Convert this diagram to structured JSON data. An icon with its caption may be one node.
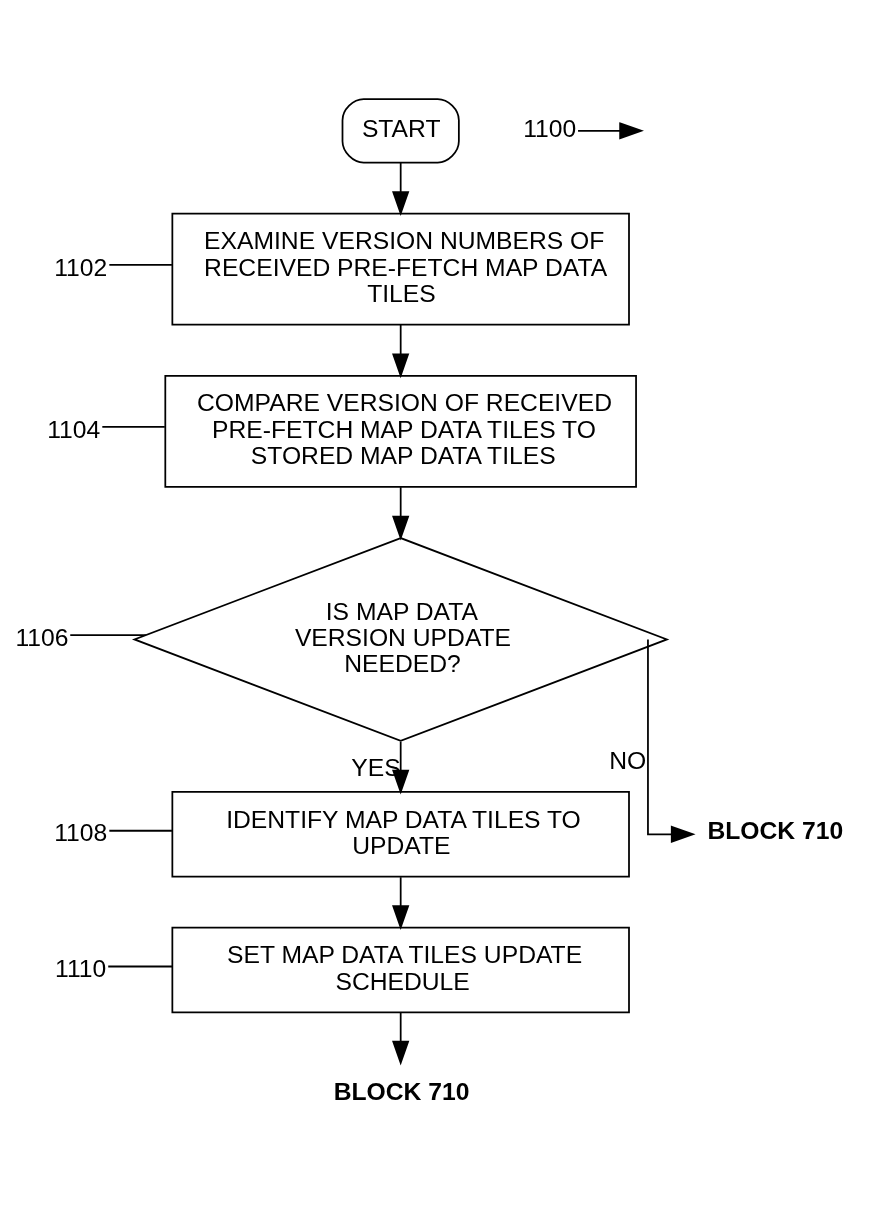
{
  "diagram": {
    "nodes": [
      {
        "text": [
          "START"
        ]
      },
      {
        "text": [
          "1102"
        ]
      },
      {
        "text": [
          "EXAMINE VERSION NUMBERS OF RECEIVED PRE-FETCH MAP DATA TILES"
        ]
      },
      {
        "text": [
          "1104"
        ]
      },
      {
        "text": [
          "COMPARE VERSION OF RECEIVED PRE-FETCH MAP DATA TILES TO STORED MAP DATA TILES"
        ]
      },
      {
        "text": [
          "1106"
        ]
      },
      {
        "text": [
          "IS MAP DATA VERSION UPDATE NEEDED?"
        ]
      },
      {
        "text": [
          "BLOCK 710"
        ]
      },
      {
        "text": [
          "1108"
        ]
      },
      {
        "text": [
          "IDENTIFY MAP DATA TILES TO UPDATE"
        ]
      },
      {
        "text": [
          "1110"
        ]
      },
      {
        "text": [
          "SET MAP DATA TILES UPDATE SCHEDULE"
        ]
      },
      {
        "text": [
          "BLOCK 710"
        ]
      },
      {
        "text": [
          "1100"
        ]
      }
    ],
    "edges": [
      {
        "from": 0,
        "to": 2,
        "arrow": "to"
      },
      {
        "from": 2,
        "to": 4,
        "arrow": "to"
      },
      {
        "from": 4,
        "to": 6,
        "arrow": "to"
      },
      {
        "from": 6,
        "to": 7,
        "arrow": "to",
        "label": "NO"
      },
      {
        "from": 6,
        "to": 9,
        "arrow": "to",
        "label": "YES"
      },
      {
        "from": 9,
        "to": 11,
        "arrow": "to"
      },
      {
        "from": 11,
        "to": 12,
        "arrow": "to"
      },
      {
        "from": 1,
        "to": 2,
        "arrow": "none"
      },
      {
        "from": 3,
        "to": 4,
        "arrow": "none"
      },
      {
        "from": 5,
        "to": 6,
        "arrow": "none"
      },
      {
        "from": 8,
        "to": 9,
        "arrow": "none"
      },
      {
        "from": 10,
        "to": 11,
        "arrow": "none"
      },
      {
        "from": 13,
        "to": null,
        "arrow": "to"
      }
    ]
  }
}
